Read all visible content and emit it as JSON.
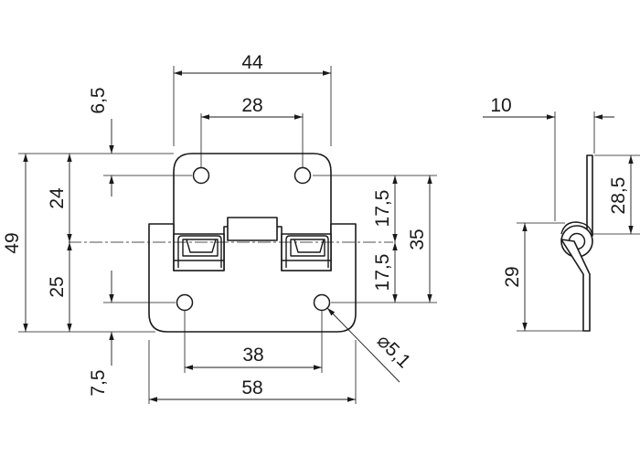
{
  "drawing": {
    "front_view": {
      "dims": {
        "width_top": "44",
        "hole_spacing_top": "28",
        "edge_offset_top": "6,5",
        "total_height": "49",
        "upper_height": "24",
        "lower_height": "25",
        "upper_knuckle": "17,5",
        "lower_knuckle": "17,5",
        "knuckle_total": "35",
        "hole_spacing_bottom": "38",
        "width_bottom": "58",
        "edge_offset_bottom": "7,5",
        "hole_diameter": "⌀5,1"
      }
    },
    "side_view": {
      "dims": {
        "thickness_offset": "10",
        "upper_leaf": "28,5",
        "lower_leaf": "29"
      }
    }
  }
}
